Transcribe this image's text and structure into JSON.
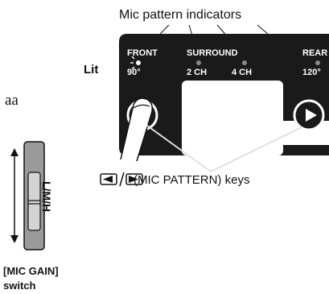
{
  "title": "Mic pattern indicators",
  "lit_label": "Lit",
  "partial_word": "aa",
  "panel": {
    "front": "FRONT",
    "angle_front": "90°",
    "surround": "SURROUND",
    "ch2": "2 CH",
    "ch4": "4 CH",
    "rear": "REAR",
    "angle_rear": "120°"
  },
  "keys_caption": "(MIC PATTERN) keys",
  "switch_label": "L/M/H",
  "gain_label_line1": "[MIC GAIN]",
  "gain_label_line2": "switch",
  "colors": {
    "panel": "#1a1a1a",
    "switch_body": "#9a9a9a",
    "text": "#111111"
  }
}
